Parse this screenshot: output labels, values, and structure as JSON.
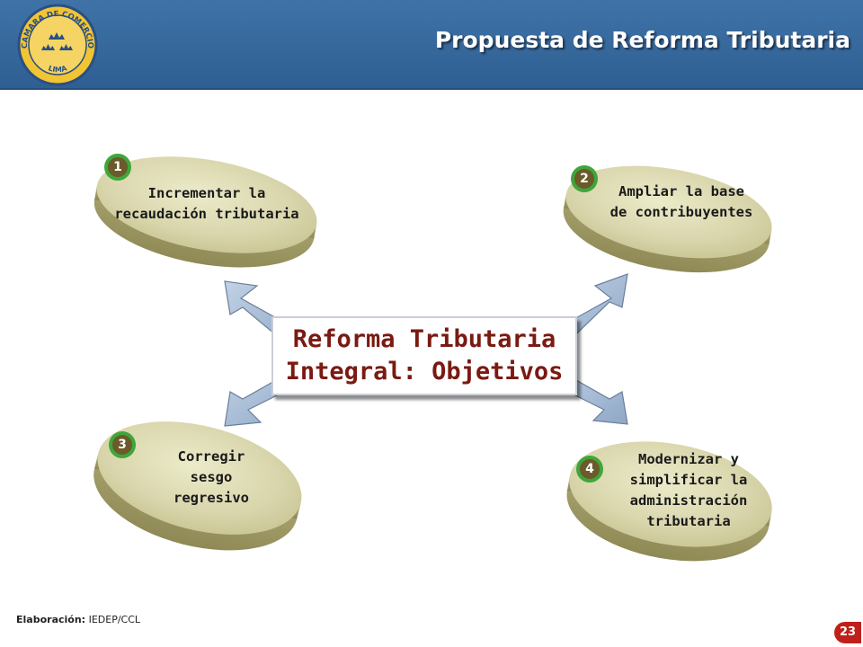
{
  "header": {
    "title": "Propuesta de Reforma Tributaria",
    "logo_text_top": "CAMARA DE COMERCIO",
    "logo_text_bottom": "LIMA"
  },
  "center": {
    "line1": "Reforma Tributaria",
    "line2": "Integral: Objetivos"
  },
  "objectives": [
    {
      "number": "1",
      "lines": [
        "Incrementar la",
        "recaudación tributaria"
      ]
    },
    {
      "number": "2",
      "lines": [
        "Ampliar la base",
        "de contribuyentes"
      ]
    },
    {
      "number": "3",
      "lines": [
        "Corregir",
        "sesgo",
        "regresivo"
      ]
    },
    {
      "number": "4",
      "lines": [
        "Modernizar y",
        "simplificar la",
        "administración",
        "tributaria"
      ]
    }
  ],
  "footer": {
    "credit_label": "Elaboración:",
    "credit_value": "IEDEP/CCL",
    "page_number": "23"
  },
  "colors": {
    "header_blue": "#3a6ba0",
    "disk_fill": "#d6d3a6",
    "disk_side": "#a7a26e",
    "badge_green": "#3fa63a",
    "badge_brown": "#6b5a2a",
    "arrow_fill": "#a9bdd6",
    "center_text": "#7a1a12"
  }
}
